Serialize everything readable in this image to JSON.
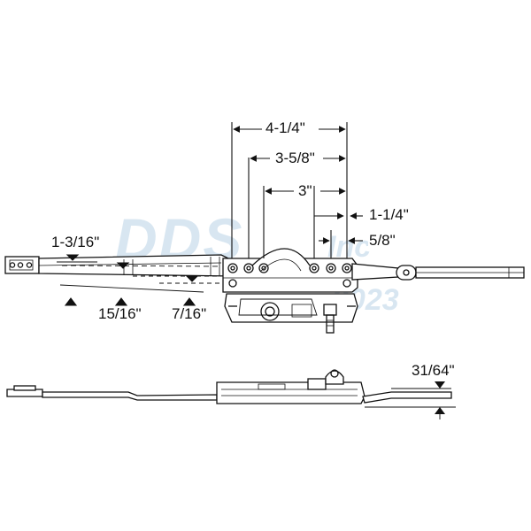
{
  "dimensions": {
    "d_4_1_4": "4-1/4\"",
    "d_3_5_8": "3-5/8\"",
    "d_3": "3\"",
    "d_1_1_4": "1-1/4\"",
    "d_5_8": "5/8\"",
    "d_1_3_16": "1-3/16\"",
    "d_15_16": "15/16\"",
    "d_7_16": "7/16\"",
    "d_31_64": "31/64\""
  },
  "watermark": {
    "main": "DDS",
    "tail": "Inc",
    "year": "2023"
  },
  "colors": {
    "line": "#111111",
    "watermark": "#b9d3e6"
  }
}
